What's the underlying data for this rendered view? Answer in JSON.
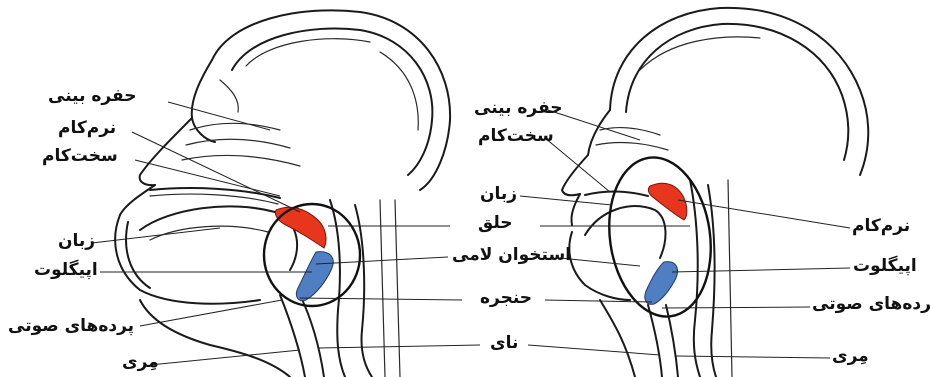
{
  "colors": {
    "soft_palate": "#e8361e",
    "epiglottis": "#4f7fc2",
    "outline": "#1a1a1a",
    "background": "#ffffff"
  },
  "left_figure": {
    "labels": {
      "nasal_cavity": "حفره بینی",
      "soft_palate": "نرم‌کام",
      "hard_palate": "سخت‌کام",
      "tongue": "زبان",
      "epiglottis": "اپیگلوت",
      "vocal_cords": "پرده‌های صوتی",
      "esophagus": "مِری"
    }
  },
  "right_figure": {
    "labels": {
      "nasal_cavity": "حفره بینی",
      "hard_palate": "سخت‌کام",
      "tongue": "زبان",
      "soft_palate": "نرم‌کام",
      "epiglottis": "اپیگلوت",
      "vocal_cords": "پرده‌های صوتی",
      "esophagus": "مِری"
    }
  },
  "center_labels": {
    "pharynx": "حلق",
    "hyoid_bone": "استخوان لامی",
    "larynx": "حنجره",
    "trachea": "نای"
  }
}
